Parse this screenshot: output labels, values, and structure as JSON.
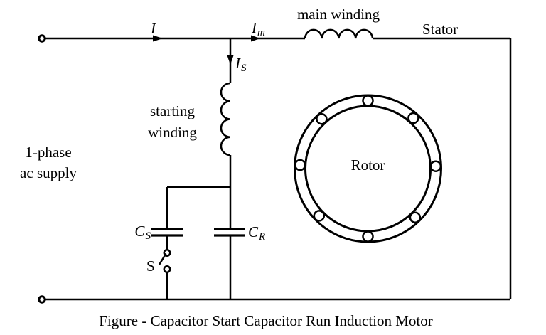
{
  "figure": {
    "caption": "Figure - Capacitor Start Capacitor Run Induction Motor"
  },
  "labels": {
    "supply": {
      "line1": "1-phase",
      "line2": "ac supply"
    },
    "current_total": {
      "base": "I",
      "sub": ""
    },
    "current_main": {
      "base": "I",
      "sub": "m"
    },
    "current_start": {
      "base": "I",
      "sub": "S"
    },
    "main_winding": "main winding",
    "stator": "Stator",
    "starting_winding": {
      "line1": "starting",
      "line2": "winding"
    },
    "rotor": "Rotor",
    "cap_start": {
      "base": "C",
      "sub": "S"
    },
    "cap_run": {
      "base": "C",
      "sub": "R"
    },
    "switch": "S"
  },
  "colors": {
    "line": "#000000",
    "background": "#ffffff"
  }
}
